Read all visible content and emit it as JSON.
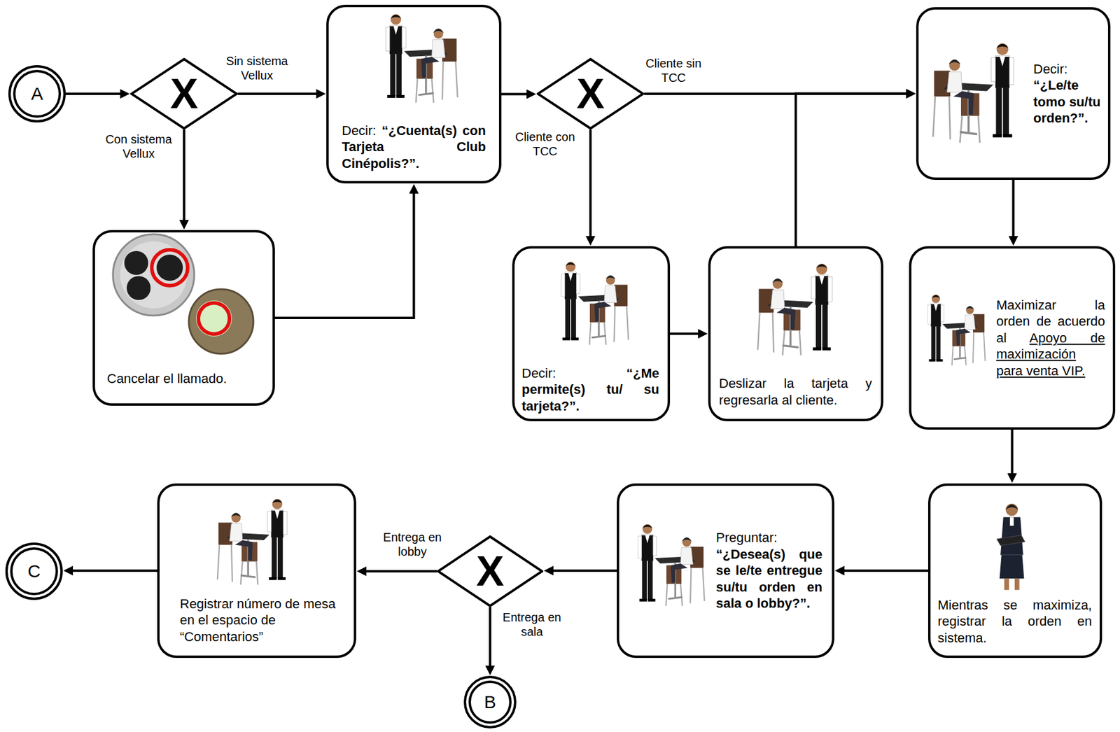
{
  "diagram": {
    "nodes": [
      {
        "text": [
          "A"
        ]
      },
      {
        "text": [
          "X"
        ]
      },
      {
        "text": [
          "Decir:",
          "“¿Cuenta(s) con Tarjeta Club Cinépolis?”."
        ]
      },
      {
        "text": [
          "X"
        ]
      },
      {
        "text": [
          "Decir:",
          "“¿Le/te tomo su/tu orden?”."
        ]
      },
      {
        "text": [
          "Cancelar el llamado."
        ]
      },
      {
        "text": [
          "Decir:",
          "“¿Me permite(s) tu/ su tarjeta?”."
        ]
      },
      {
        "text": [
          "Deslizar la tarjeta y regresarla al cliente."
        ]
      },
      {
        "text": [
          "Maximizar la orden de acuerdo al",
          "Apoyo de maximización para venta VIP."
        ]
      },
      {
        "text": [
          "Mientras se maximiza, registrar la orden en sistema."
        ]
      },
      {
        "text": [
          "Preguntar:",
          "“¿Desea(s) que se le/te entregue su/tu orden en sala o lobby?”."
        ]
      },
      {
        "text": [
          "X"
        ]
      },
      {
        "text": [
          "Registrar número de mesa en el espacio de “Comentarios”"
        ]
      },
      {
        "text": [
          "C"
        ]
      },
      {
        "text": [
          "B"
        ]
      }
    ],
    "edges": [
      {
        "from": 0,
        "to": 1,
        "arrow": "to"
      },
      {
        "from": 1,
        "to": 2,
        "label": "Sin sistema Vellux",
        "arrow": "to"
      },
      {
        "from": 1,
        "to": 5,
        "label": "Con sistema Vellux",
        "arrow": "to"
      },
      {
        "from": 5,
        "to": 2,
        "arrow": "to"
      },
      {
        "from": 2,
        "to": 3,
        "arrow": "to"
      },
      {
        "from": 3,
        "to": 4,
        "label": "Cliente sin TCC",
        "arrow": "to"
      },
      {
        "from": 3,
        "to": 6,
        "label": "Cliente con TCC",
        "arrow": "to"
      },
      {
        "from": 6,
        "to": 7,
        "arrow": "to"
      },
      {
        "from": 7,
        "to": 4,
        "arrow": "to"
      },
      {
        "from": 4,
        "to": 8,
        "arrow": "to"
      },
      {
        "from": 8,
        "to": 9,
        "arrow": "to"
      },
      {
        "from": 9,
        "to": 10,
        "arrow": "to"
      },
      {
        "from": 10,
        "to": 11,
        "arrow": "to"
      },
      {
        "from": 11,
        "to": 12,
        "label": "Entrega en lobby",
        "arrow": "to"
      },
      {
        "from": 11,
        "to": 14,
        "label": "Entrega en sala",
        "arrow": "to"
      },
      {
        "from": 12,
        "to": 13,
        "arrow": "to"
      }
    ]
  }
}
